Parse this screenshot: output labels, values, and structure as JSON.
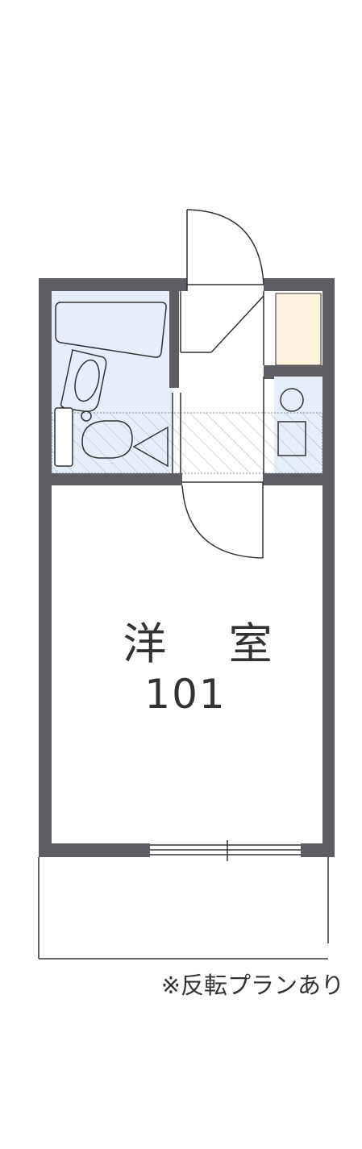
{
  "room": {
    "name": "洋 室",
    "number": "101"
  },
  "note": "※反転プランあり",
  "colors": {
    "wall": "#5d5d63",
    "wet_area": "#e6eefa",
    "storage": "#fdf3df",
    "line": "#333333",
    "hatch": "#b9bec6"
  }
}
